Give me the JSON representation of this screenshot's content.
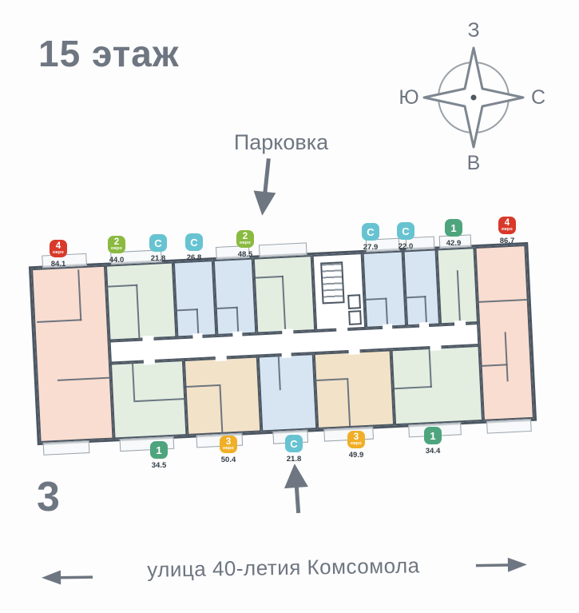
{
  "title": "15 этаж",
  "building_number": "3",
  "parking": {
    "label": "Парковка"
  },
  "street": {
    "label": "улица 40-летия Комсомола"
  },
  "compass": {
    "top": "З",
    "left": "Ю",
    "right": "С",
    "bottom": "В"
  },
  "badge_euro_label": "евро",
  "colors": {
    "red": "#d8392a",
    "green_euro": "#8aba40",
    "cyan": "#67c3d1",
    "green_one": "#4ea57d",
    "amber": "#f1af27",
    "wall": "#4b5662",
    "peach": "#f9ddd0",
    "green": "#e3eee1",
    "blue": "#d7e5f3",
    "tan": "#f2e2c8",
    "text": "#6e7681",
    "area_text": "#343d46"
  },
  "apartments_top": [
    {
      "type": "4",
      "euro": true,
      "area": "84.1",
      "variant": "red",
      "fill": "peach"
    },
    {
      "type": "2",
      "euro": true,
      "area": "44.0",
      "variant": "green_euro",
      "fill": "green"
    },
    {
      "type": "С",
      "euro": false,
      "area": "21.8",
      "variant": "cyan",
      "fill": "blue"
    },
    {
      "type": "С",
      "euro": false,
      "area": "26.8",
      "variant": "cyan",
      "fill": "blue"
    },
    {
      "type": "2",
      "euro": true,
      "area": "48.5",
      "variant": "green_euro",
      "fill": "green"
    },
    {
      "type": "С",
      "euro": false,
      "area": "27.9",
      "variant": "cyan",
      "fill": "blue"
    },
    {
      "type": "С",
      "euro": false,
      "area": "22.0",
      "variant": "cyan",
      "fill": "blue"
    },
    {
      "type": "1",
      "euro": false,
      "area": "42.9",
      "variant": "green_one",
      "fill": "green"
    },
    {
      "type": "4",
      "euro": true,
      "area": "86.7",
      "variant": "red",
      "fill": "peach"
    }
  ],
  "apartments_bottom": [
    {
      "type": "1",
      "euro": false,
      "area": "34.5",
      "variant": "green_one",
      "fill": "green"
    },
    {
      "type": "3",
      "euro": true,
      "area": "50.4",
      "variant": "amber",
      "fill": "tan"
    },
    {
      "type": "С",
      "euro": false,
      "area": "21.8",
      "variant": "cyan",
      "fill": "blue"
    },
    {
      "type": "3",
      "euro": true,
      "area": "49.9",
      "variant": "amber",
      "fill": "tan"
    },
    {
      "type": "1",
      "euro": false,
      "area": "34.4",
      "variant": "green_one",
      "fill": "green"
    }
  ]
}
